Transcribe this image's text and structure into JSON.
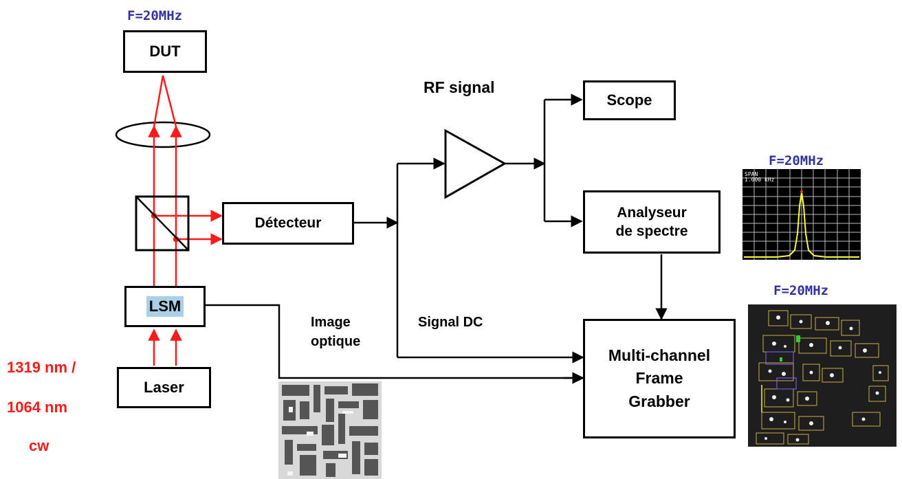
{
  "freq": {
    "top": "F=20MHz",
    "spectrum": "F=20MHz",
    "image": "F=20MHz"
  },
  "blocks": {
    "dut": "DUT",
    "lsm": "LSM",
    "laser": "Laser",
    "detector": "Détecteur",
    "scope": "Scope",
    "analyzer_line1": "Analyseur",
    "analyzer_line2": "de spectre",
    "grabber_line1": "Multi-channel",
    "grabber_line2": "Frame",
    "grabber_line3": "Grabber"
  },
  "labels": {
    "rf_signal": "RF signal",
    "image_line1": "Image",
    "image_line2": "optique",
    "signal_dc": "Signal DC",
    "laser_line1": "1319 nm /",
    "laser_line2": "1064 nm",
    "laser_line3": "cw"
  },
  "spectrum_screen": {
    "header_line1": "SPAN",
    "header_line2": "1.000 kHz"
  },
  "colors": {
    "beam": "#ff1a1a",
    "freq_text": "#33339a",
    "spectrum_trace": "#ffff33",
    "lsm_highlight": "#a9d0e6"
  }
}
